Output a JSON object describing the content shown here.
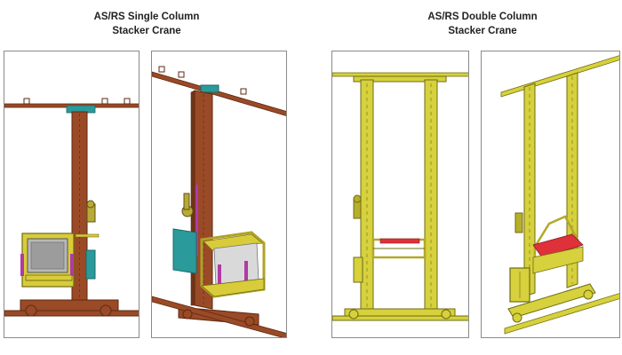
{
  "figure": {
    "single_column": {
      "title_line1": "AS/RS Single Column",
      "title_line2": "Stacker Crane",
      "color_mast": "#9a4a26",
      "color_mast_dark": "#5e2a12",
      "color_carriage": "#d8cc3a",
      "color_box": "#2a9a9a",
      "color_accent": "#b03aa6"
    },
    "double_column": {
      "title_line1": "AS/RS Double Column",
      "title_line2": "Stacker Crane",
      "color_frame": "#d6d13c",
      "color_frame_dark": "#6f6c14",
      "color_platform": "#e0303a"
    }
  }
}
